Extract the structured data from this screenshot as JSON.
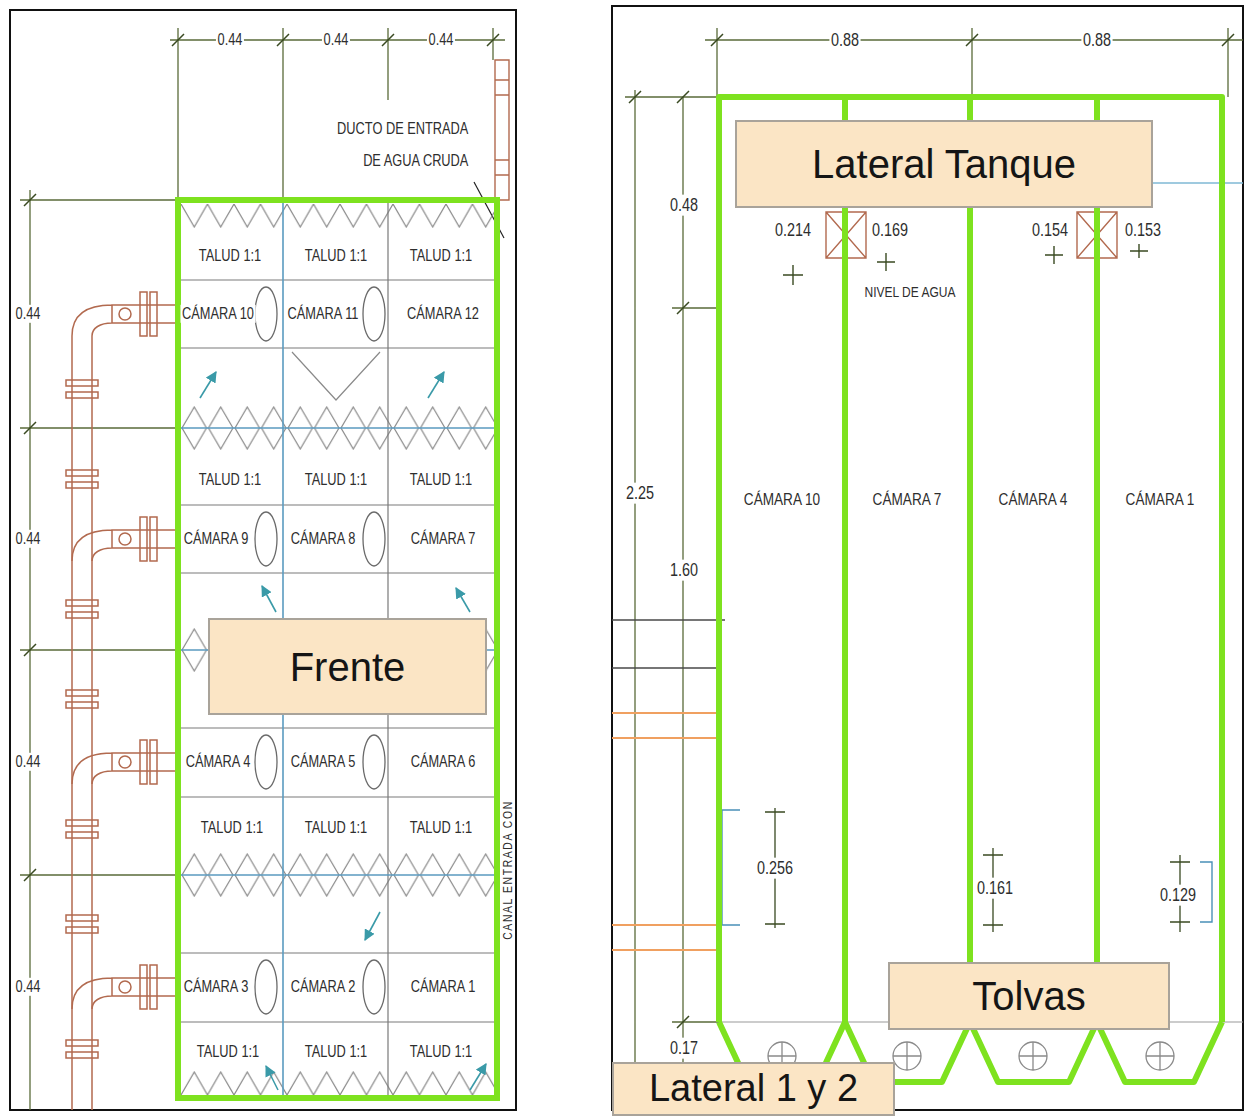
{
  "diagram": {
    "nodes": [
      {
        "text": [
          "Frente"
        ]
      },
      {
        "text": [
          "Lateral Tanque"
        ]
      },
      {
        "text": [
          "Tolvas"
        ]
      },
      {
        "text": [
          "Lateral 1 y 2"
        ]
      }
    ],
    "labels": [
      "0.44",
      "0.44",
      "0.44",
      "DUCTO DE ENTRADA DE AGUA CRUDA",
      "TALUD 1:1",
      "TALUD 1:1",
      "TALUD 1:1",
      "0.44",
      "CÁMARA 10",
      "CÁMARA 11",
      "CÁMARA 12",
      "TALUD 1:1",
      "TALUD 1:1",
      "TALUD 1:1",
      "0.44",
      "CÁMARA 9",
      "CÁMARA 8",
      "CÁMARA 7",
      "0.44",
      "CÁMARA 4",
      "CÁMARA 5",
      "CÁMARA 6",
      "TALUD 1:1",
      "TALUD 1:1",
      "TALUD 1:1",
      "0.44",
      "CÁMARA 3",
      "CÁMARA 2",
      "CÁMARA 1",
      "TALUD 1:1",
      "TALUD 1:1",
      "TALUD 1:1",
      "CANAL ENTRADA CON",
      "0.88",
      "0.88",
      "0.48",
      "0.214",
      "0.169",
      "0.154",
      "0.153",
      "NIVEL DE AGUA",
      "2.25",
      "CÁMARA 10",
      "CÁMARA 7",
      "CÁMARA 4",
      "CÁMARA 1",
      "1.60",
      "0.256",
      "0.161",
      "0.129",
      "0.17"
    ]
  }
}
